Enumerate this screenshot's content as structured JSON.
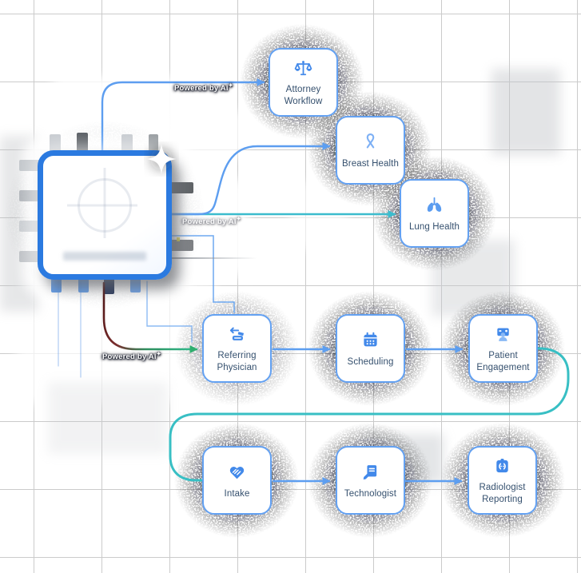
{
  "diagram_title": "",
  "powered_by": {
    "text": "Powered by AI",
    "sparkle": "✦"
  },
  "chip": {
    "name": "ai-chip",
    "decoration": "sparkle-icon"
  },
  "nodes": [
    {
      "id": "attorney-workflow",
      "label": "Attorney Workflow",
      "icon": "scale-icon"
    },
    {
      "id": "breast-health",
      "label": "Breast Health",
      "icon": "ribbon-icon"
    },
    {
      "id": "lung-health",
      "label": "Lung Health",
      "icon": "lungs-icon"
    },
    {
      "id": "referring-physician",
      "label": "Referring Physician",
      "icon": "fax-arrow-icon"
    },
    {
      "id": "scheduling",
      "label": "Scheduling",
      "icon": "calendar-icon"
    },
    {
      "id": "patient-engagement",
      "label": "Patient Engagement",
      "icon": "patient-monitor-icon"
    },
    {
      "id": "intake",
      "label": "Intake",
      "icon": "handshake-icon"
    },
    {
      "id": "technologist",
      "label": "Technologist",
      "icon": "document-pen-icon"
    },
    {
      "id": "radiologist-reporting",
      "label": "Radiologist Reporting",
      "icon": "report-clipboard-icon"
    }
  ],
  "edges": [
    {
      "from": "ai-chip",
      "to": "attorney-workflow",
      "label": "Powered by AI"
    },
    {
      "from": "ai-chip",
      "to": "breast-health",
      "label": ""
    },
    {
      "from": "ai-chip",
      "to": "lung-health",
      "label": "Powered by AI"
    },
    {
      "from": "ai-chip",
      "to": "referring-physician",
      "label": "Powered by AI"
    },
    {
      "from": "referring-physician",
      "to": "scheduling",
      "label": ""
    },
    {
      "from": "scheduling",
      "to": "patient-engagement",
      "label": ""
    },
    {
      "from": "patient-engagement",
      "to": "intake",
      "label": ""
    },
    {
      "from": "intake",
      "to": "technologist",
      "label": ""
    },
    {
      "from": "technologist",
      "to": "radiologist-reporting",
      "label": ""
    }
  ],
  "colors": {
    "edge_blue": "#5d9ef0",
    "edge_teal": "#3cbccd",
    "edge_green": "#2fae6e",
    "edge_dark_red": "#4a1212",
    "node_border": "#63a1f2",
    "node_label": "#35506e",
    "icon_blue": "#4289ea",
    "chip_border": "#2b7ae0",
    "grid": "#cbcbcb"
  }
}
